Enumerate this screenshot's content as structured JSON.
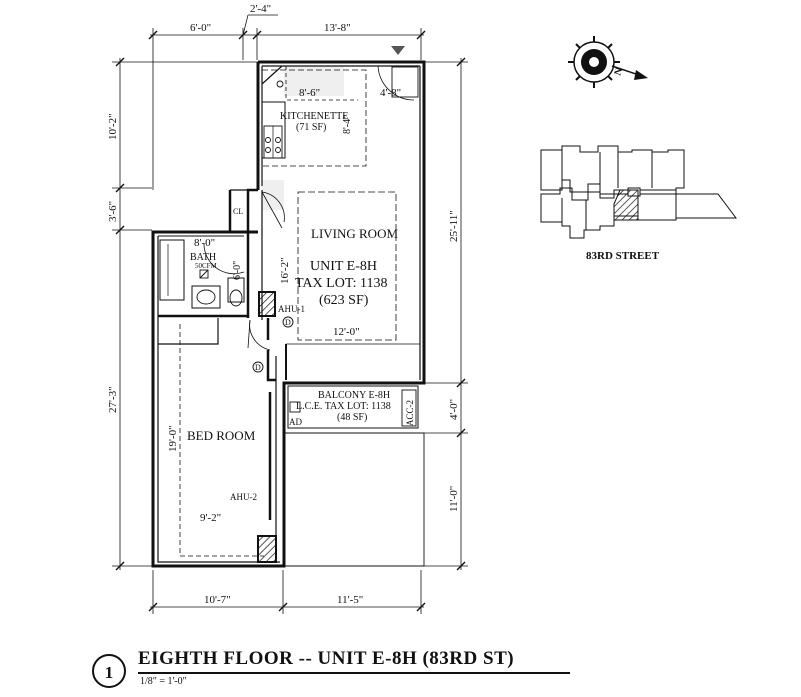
{
  "title": {
    "number": "1",
    "text": "EIGHTH FLOOR -- UNIT E-8H (83RD ST)",
    "scale": "1/8\" = 1'-0\""
  },
  "rooms": {
    "kitchenette": "KITCHENETTE",
    "kitchenette_sf": "(71 SF)",
    "living": "LIVING ROOM",
    "unit": "UNIT E-8H",
    "tax_lot": "TAX LOT: 1138",
    "unit_sf": "(623 SF)",
    "bath": "BATH",
    "bath_sub": "50CFM",
    "cl": "CL",
    "bedroom": "BED ROOM",
    "balcony": "BALCONY E-8H",
    "balcony_lot": "L.C.E. TAX LOT: 1138",
    "balcony_sf": "(48 SF)",
    "acc": "ACC-2",
    "ad": "AD",
    "ahu1": "AHU-1",
    "ahu2": "AHU-2",
    "d1": "D",
    "d2": "D"
  },
  "dimensions": {
    "top_left": "6'-0\"",
    "top_jog": "2'-4\"",
    "top_right": "13'-8\"",
    "left_1": "10'-2\"",
    "left_2": "3'-6\"",
    "left_3": "27'-3\"",
    "right_1": "25'-11\"",
    "right_2": "4'-0\"",
    "right_3": "11'-0\"",
    "bottom_left": "10'-7\"",
    "bottom_right": "11'-5\"",
    "kit_w": "8'-6\"",
    "kit_r": "4'-8\"",
    "kit_h": "8'-4\"",
    "bath_w": "8'-0\"",
    "bath_h": "6'-0\"",
    "living_h": "16'-2\"",
    "living_w": "12'-0\"",
    "bed_h": "19'-0\"",
    "bed_w": "9'-2\""
  },
  "key_plan": {
    "street": "83RD STREET",
    "north_label": "N"
  }
}
